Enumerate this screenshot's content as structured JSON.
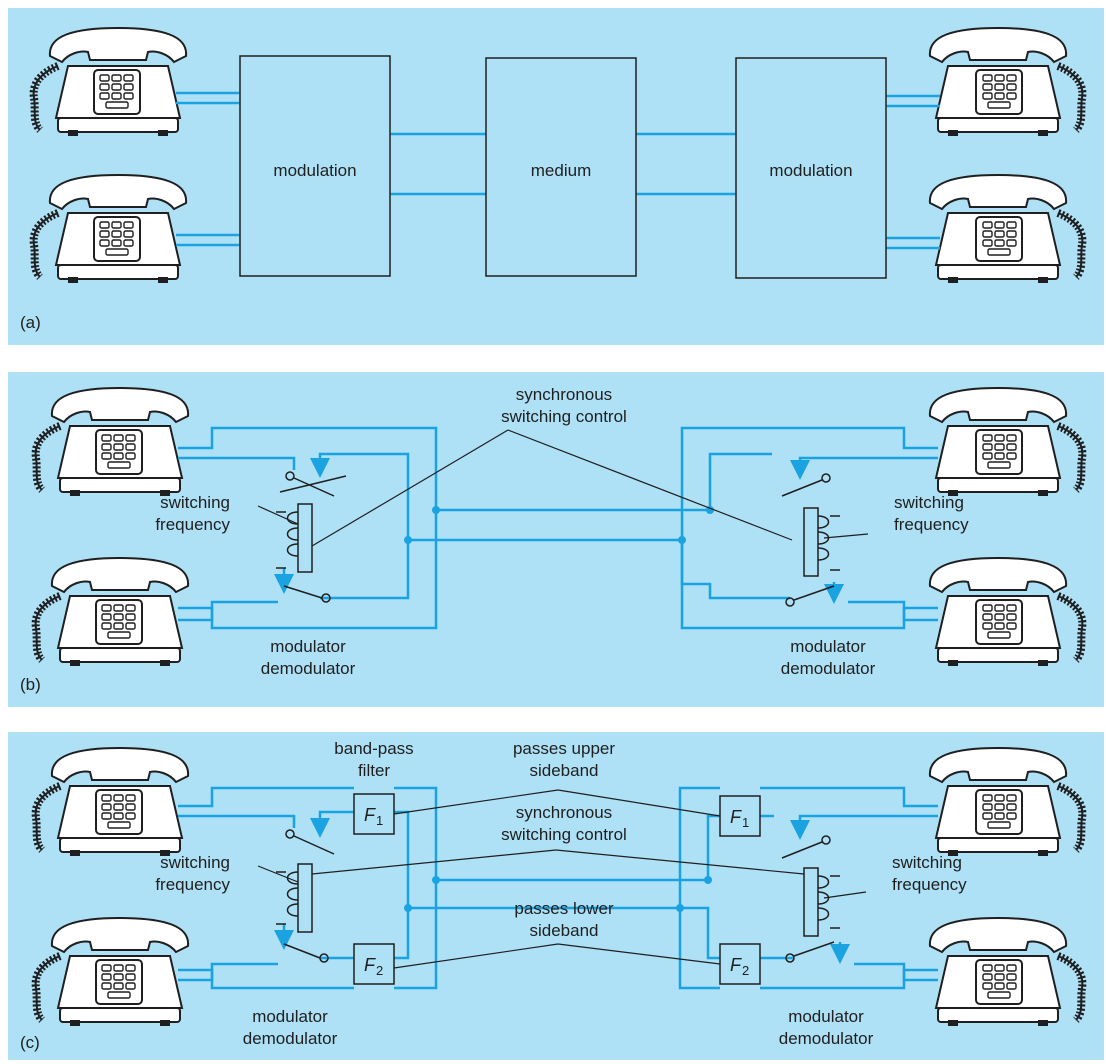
{
  "panel_a": {
    "letter": "(a)",
    "left_box": "modulation",
    "center_box": "medium",
    "right_box": "modulation"
  },
  "panel_b": {
    "letter": "(b)",
    "sync_line1": "synchronous",
    "sync_line2": "switching control",
    "left_freq_line1": "switching",
    "left_freq_line2": "frequency",
    "right_freq_line1": "switching",
    "right_freq_line2": "frequency",
    "left_mod_line1": "modulator",
    "left_mod_line2": "demodulator",
    "right_mod_line1": "modulator",
    "right_mod_line2": "demodulator"
  },
  "panel_c": {
    "letter": "(c)",
    "bandpass_line1": "band-pass",
    "bandpass_line2": "filter",
    "upper_line1": "passes upper",
    "upper_line2": "sideband",
    "sync_line1": "synchronous",
    "sync_line2": "switching control",
    "lower_line1": "passes lower",
    "lower_line2": "sideband",
    "left_freq_line1": "switching",
    "left_freq_line2": "frequency",
    "right_freq_line1": "switching",
    "right_freq_line2": "frequency",
    "left_mod_line1": "modulator",
    "left_mod_line2": "demodulator",
    "right_mod_line1": "modulator",
    "right_mod_line2": "demodulator",
    "filter_f": "F",
    "filter1_sub": "1",
    "filter2_sub": "2"
  },
  "colors": {
    "background": "#aee0f6",
    "wire": "#1aa3e0",
    "line": "#1f1f1f"
  }
}
